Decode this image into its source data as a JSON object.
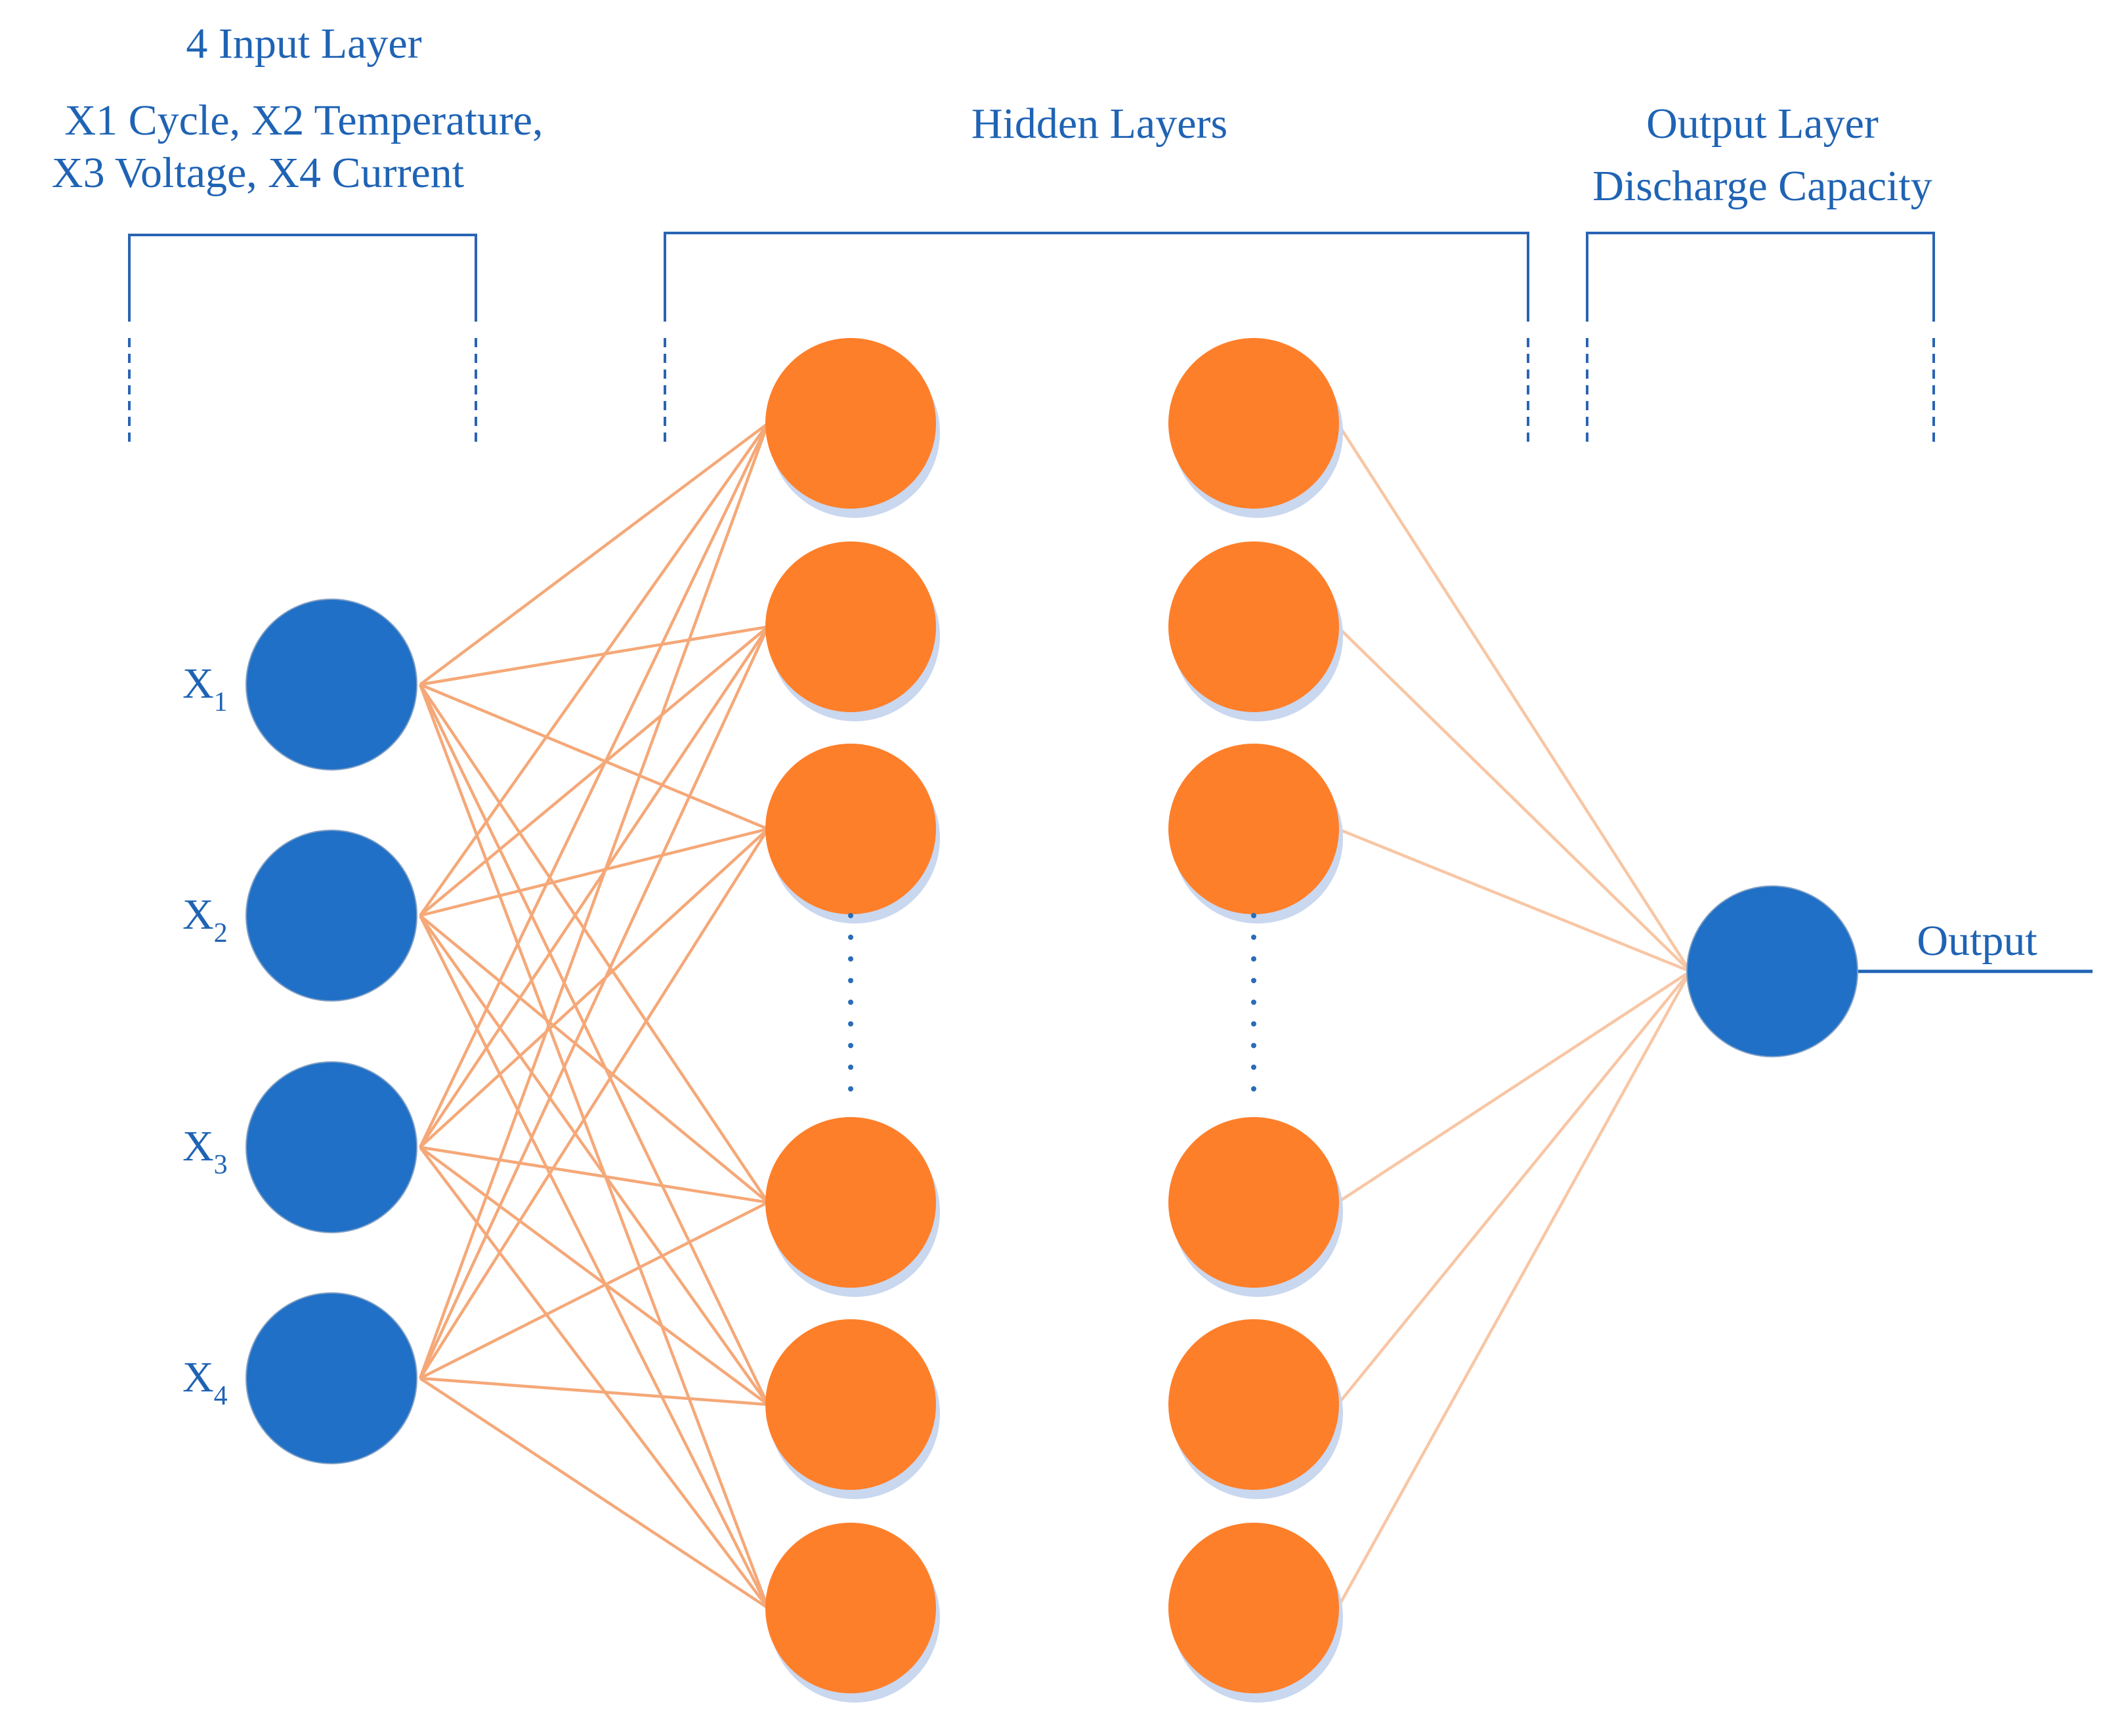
{
  "labels": {
    "input_title": "4 Input Layer",
    "input_desc_line1": "X1 Cycle, X2 Temperature,",
    "input_desc_line2": "X3 Voltage, X4 Current",
    "hidden_title": "Hidden Layers",
    "output_title_line1": "Output Layer",
    "output_title_line2": "Discharge Capacity",
    "output_label": "Output"
  },
  "inputs": [
    {
      "letter": "X",
      "sub": "1"
    },
    {
      "letter": "X",
      "sub": "2"
    },
    {
      "letter": "X",
      "sub": "3"
    },
    {
      "letter": "X",
      "sub": "4"
    }
  ],
  "colors": {
    "input_node": "#1F70C6",
    "hidden_node": "#FE7F2A",
    "edge": "#F5A878",
    "text": "#1F63B4"
  }
}
